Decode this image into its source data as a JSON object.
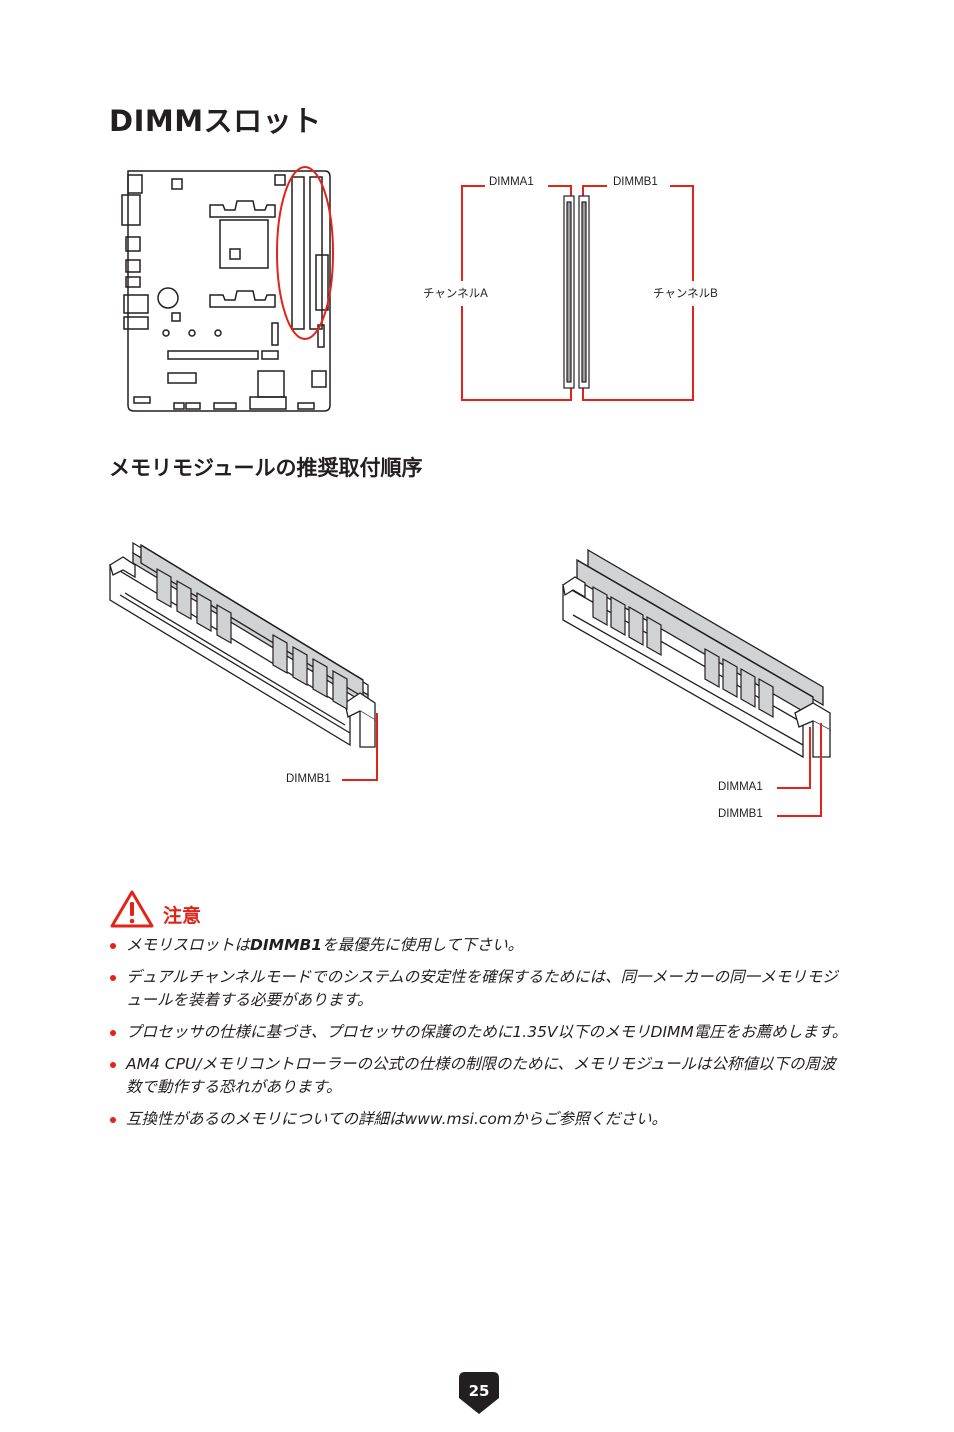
{
  "section_title": "DIMMスロット",
  "subsection_title": "メモリモジュールの推奨取付順序",
  "diagram_top": {
    "slot_a_label": "DIMMA1",
    "slot_b_label": "DIMMB1",
    "channel_a_label": "チャンネルA",
    "channel_b_label": "チャンネルB"
  },
  "diagram_bottom": {
    "single_module_label": "DIMMB1",
    "dual_module_label_1": "DIMMA1",
    "dual_module_label_2": "DIMMB1"
  },
  "caution": {
    "title": "注意",
    "items": [
      {
        "prefix": "メモリスロットは",
        "bold": "DIMMB1",
        "suffix": "を最優先に使用して下さい。"
      },
      {
        "text": "デュアルチャンネルモードでのシステムの安定性を確保するためには、同一メーカーの同一メモリモジュールを装着する必要があります。"
      },
      {
        "text": "プロセッサの仕様に基づき、プロセッサの保護のために1.35V以下のメモリDIMM電圧をお薦めします。"
      },
      {
        "text": "AM4 CPU/メモリコントローラーの公式の仕様の制限のために、メモリモジュールは公称値以下の周波数で動作する恐れがあります。"
      },
      {
        "text": "互換性があるのメモリについての詳細はwww.msi.comからご参照ください。"
      }
    ]
  },
  "page_number": "25",
  "colors": {
    "accent": "#e2231a",
    "text": "#231f20",
    "module_fill": "#d1d2d3"
  }
}
